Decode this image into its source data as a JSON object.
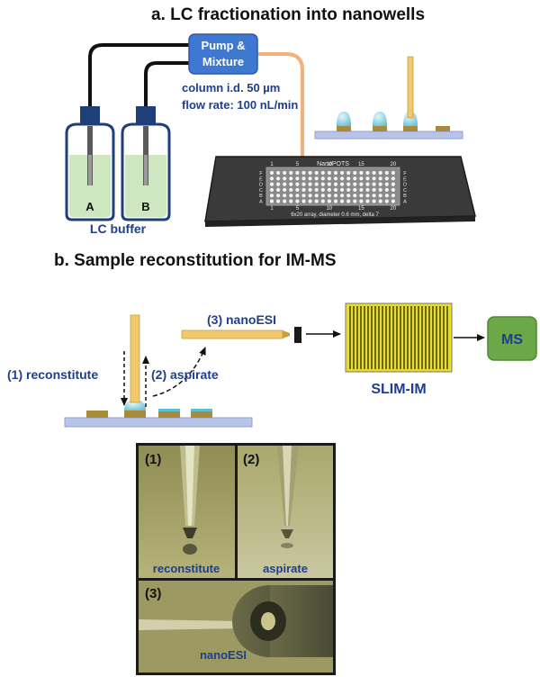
{
  "section_a": {
    "title": "a. LC fractionation into nanowells",
    "pump_line1": "Pump &",
    "pump_line2": "Mixture",
    "column_id": "column i.d. 50 µm",
    "flow_rate": "flow rate: 100 nL/min",
    "bottle_a": "A",
    "bottle_b": "B",
    "lc_buffer": "LC buffer",
    "chip": {
      "name": "NanoPOTS",
      "col_numbers": [
        "1",
        "5",
        "10",
        "15",
        "20"
      ],
      "row_letters": [
        "F",
        "E",
        "D",
        "C",
        "B",
        "A"
      ],
      "caption": "6x20 array, diameter 0.6 mm, delta 7"
    }
  },
  "section_b": {
    "title": "b. Sample reconstitution for IM-MS",
    "step_reconstitute": "(1) reconstitute",
    "step_aspirate": "(2) aspirate",
    "step_nanoesi": "(3) nanoESI",
    "slim_label": "SLIM-IM",
    "ms_label": "MS"
  },
  "photos": {
    "p1_num": "(1)",
    "p1_caption": "reconstitute",
    "p2_num": "(2)",
    "p2_caption": "aspirate",
    "p3_num": "(3)",
    "p3_caption": "nanoESI"
  },
  "colors": {
    "pump_blue": "#3f78d0",
    "slim_yellow": "#e8de2a",
    "ms_green": "#6ca848",
    "label_blue": "#1f3e8c",
    "tubing_orange": "#f3b07a",
    "photo_olive": "#8c8a50"
  }
}
